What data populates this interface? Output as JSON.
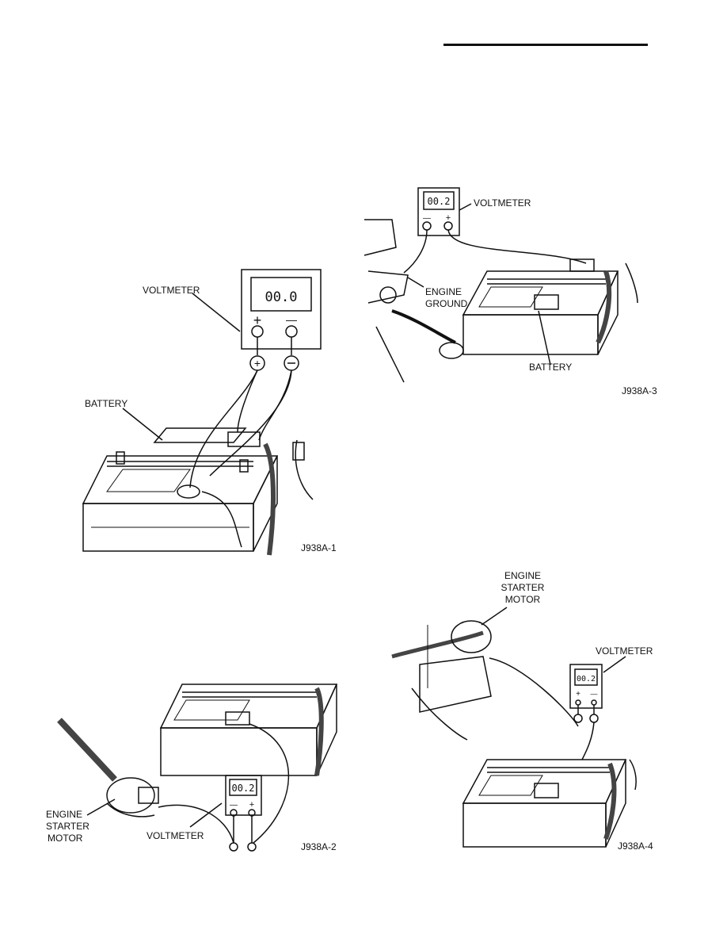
{
  "figures": [
    {
      "id": "fig1",
      "meter_reading": "00.0",
      "labels": {
        "voltmeter": "VOLTMETER",
        "battery": "BATTERY",
        "plus": "+",
        "minus": "—"
      },
      "caption": "J938A-1"
    },
    {
      "id": "fig2",
      "meter_reading": "00.2",
      "labels": {
        "starter_line1": "ENGINE",
        "starter_line2": "STARTER",
        "starter_line3": "MOTOR",
        "voltmeter": "VOLTMETER",
        "minus": "—",
        "plus": "+"
      },
      "caption": "J938A-2"
    },
    {
      "id": "fig3",
      "meter_reading": "00.2",
      "labels": {
        "voltmeter": "VOLTMETER",
        "ground_line1": "ENGINE",
        "ground_line2": "GROUND",
        "battery": "BATTERY",
        "minus": "—",
        "plus": "+"
      },
      "caption": "J938A-3"
    },
    {
      "id": "fig4",
      "meter_reading": "00.2",
      "labels": {
        "starter_line1": "ENGINE",
        "starter_line2": "STARTER",
        "starter_line3": "MOTOR",
        "voltmeter": "VOLTMETER",
        "plus": "+",
        "minus": "—"
      },
      "caption": "J938A-4"
    }
  ]
}
